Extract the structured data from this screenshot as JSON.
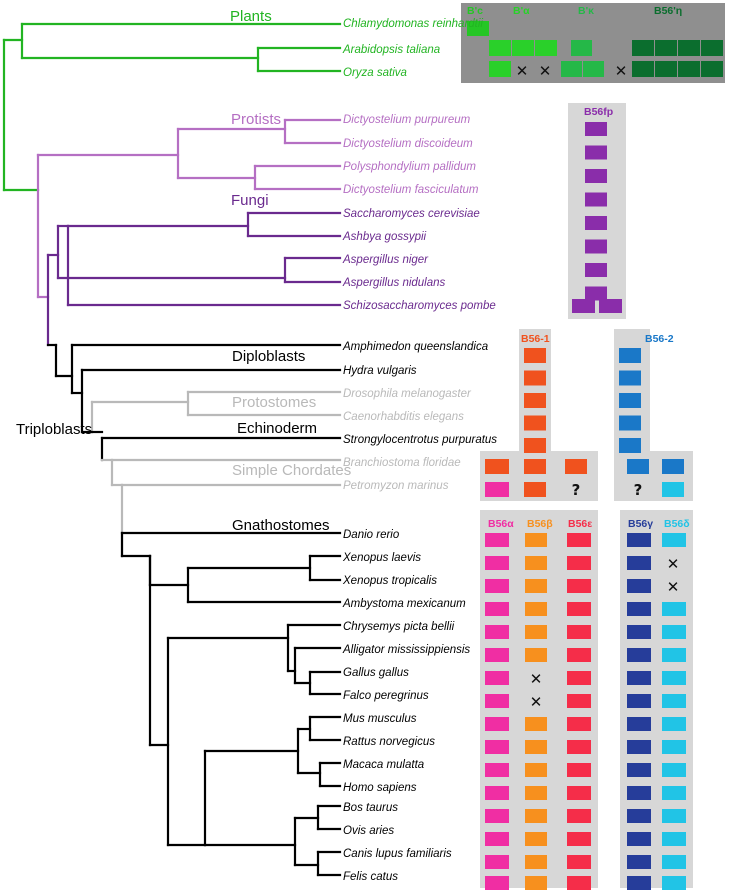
{
  "colors": {
    "plants": "#22b422",
    "protists": "#b56fc3",
    "fungi": "#6a2a8e",
    "grey": "#b9b9b9",
    "black": "#000000",
    "panel": "#d7d7d7",
    "dark_panel": "#8f8f8f",
    "bc": "#25c625",
    "balpha": "#2ad02a",
    "bkappa": "#25b848",
    "beta": "#0b6e2e",
    "b56fp": "#8a2daa",
    "b56_1": "#f0521e",
    "b56_2": "#1a78c8",
    "alpha": "#f02ea3",
    "beta2": "#f7901e",
    "epsilon": "#f52d49",
    "gamma": "#263d9a",
    "delta": "#21c4e6"
  },
  "groups": {
    "plants": "Plants",
    "protists": "Protists",
    "fungi": "Fungi",
    "diploblasts": "Diploblasts",
    "protostomes": "Protostomes",
    "triploblasts": "Triploblasts",
    "echinoderm": "Echinoderm",
    "simple_chordates": "Simple Chordates",
    "gnathostomes": "Gnathostomes"
  },
  "species": [
    "Chlamydomonas reinhardtii",
    "Arabidopsis taliana",
    "Oryza sativa",
    "Dictyostelium purpureum",
    "Dictyostelium discoideum",
    "Polysphondylium pallidum",
    "Dictyostelium fasciculatum",
    "Saccharomyces cerevisiae",
    "Ashbya gossypii",
    "Aspergillus niger",
    "Aspergillus nidulans",
    "Schizosaccharomyces pombe",
    "Amphimedon queenslandica",
    "Hydra vulgaris",
    "Drosophila melanogaster",
    "Caenorhabditis elegans",
    "Strongylocentrotus purpuratus",
    "Branchiostoma floridae",
    "Petromyzon marinus",
    "Danio rerio",
    "Xenopus laevis",
    "Xenopus tropicalis",
    "Ambystoma mexicanum",
    "Chrysemys picta bellii",
    "Alligator mississippiensis",
    "Gallus gallus",
    "Falco peregrinus",
    "Mus musculus",
    "Rattus norvegicus",
    "Macaca mulatta",
    "Homo sapiens",
    "Bos taurus",
    "Ovis aries",
    "Canis lupus familiaris",
    "Felis catus"
  ],
  "headers": {
    "bc": "B'c",
    "balpha": "B'α",
    "bkappa": "B'κ",
    "beta": "B56'η",
    "b56fp": "B56fp",
    "b56_1": "B56-1",
    "b56_2": "B56-2",
    "alpha": "B56α",
    "beta2": "B56β",
    "epsilon": "B56ε",
    "gamma": "B56γ",
    "delta": "B56δ"
  },
  "marks": {
    "absent": "✕",
    "unknown": "?"
  }
}
